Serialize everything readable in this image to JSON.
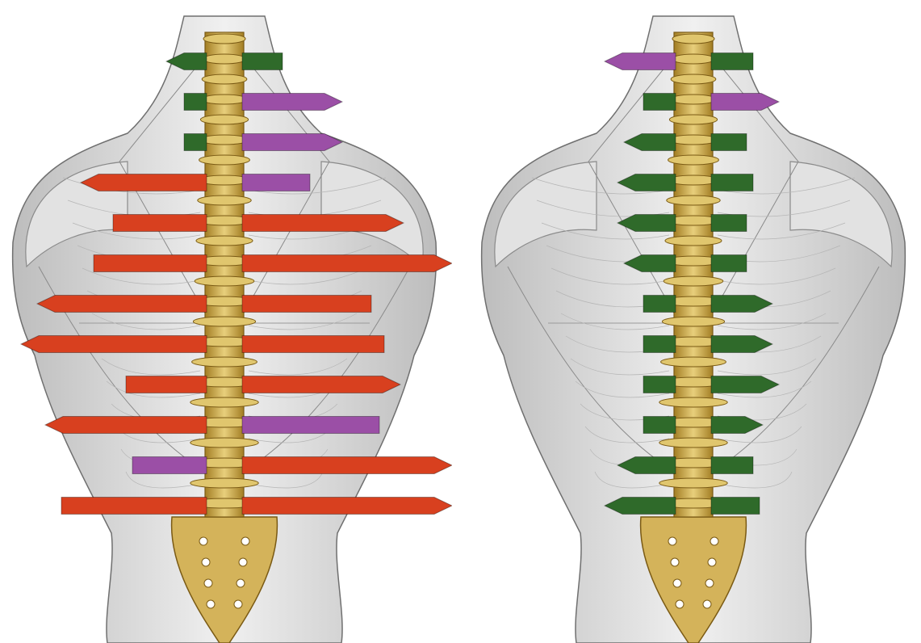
{
  "colors": {
    "red": "#d8401f",
    "green": "#2f6a2a",
    "purple": "#9b4fa6",
    "bone": "#d4b35a",
    "bone_dark": "#7a5a14",
    "muscle": "#d9d9d9",
    "muscle_line": "#8a8a8a"
  },
  "figures": [
    {
      "id": "left",
      "arrows": [
        {
          "left": 0.25,
          "left_color": "green",
          "left_head": true,
          "right": 0.25,
          "right_color": "green",
          "right_head": false
        },
        {
          "left": 0.14,
          "left_color": "green",
          "left_head": false,
          "right": 0.62,
          "right_color": "purple",
          "right_head": true
        },
        {
          "left": 0.14,
          "left_color": "green",
          "left_head": false,
          "right": 0.62,
          "right_color": "purple",
          "right_head": true
        },
        {
          "left": 0.78,
          "left_color": "red",
          "left_head": true,
          "right": 0.42,
          "right_color": "purple",
          "right_head": false
        },
        {
          "left": 0.58,
          "left_color": "red",
          "left_head": false,
          "right": 1.0,
          "right_color": "red",
          "right_head": true
        },
        {
          "left": 0.7,
          "left_color": "red",
          "left_head": false,
          "right": 1.3,
          "right_color": "red",
          "right_head": true
        },
        {
          "left": 1.05,
          "left_color": "red",
          "left_head": true,
          "right": 0.8,
          "right_color": "red",
          "right_head": false
        },
        {
          "left": 1.15,
          "left_color": "red",
          "left_head": true,
          "right": 0.88,
          "right_color": "red",
          "right_head": false
        },
        {
          "left": 0.5,
          "left_color": "red",
          "left_head": false,
          "right": 0.98,
          "right_color": "red",
          "right_head": true
        },
        {
          "left": 1.0,
          "left_color": "red",
          "left_head": true,
          "right": 0.85,
          "right_color": "purple",
          "right_head": false
        },
        {
          "left": 0.46,
          "left_color": "purple",
          "left_head": false,
          "right": 1.3,
          "right_color": "red",
          "right_head": true
        },
        {
          "left": 0.9,
          "left_color": "red",
          "left_head": false,
          "right": 1.3,
          "right_color": "red",
          "right_head": true
        }
      ]
    },
    {
      "id": "right",
      "arrows": [
        {
          "left": 0.44,
          "left_color": "purple",
          "left_head": true,
          "right": 0.26,
          "right_color": "green",
          "right_head": false
        },
        {
          "left": 0.2,
          "left_color": "green",
          "left_head": false,
          "right": 0.42,
          "right_color": "purple",
          "right_head": true
        },
        {
          "left": 0.32,
          "left_color": "green",
          "left_head": true,
          "right": 0.22,
          "right_color": "green",
          "right_head": false
        },
        {
          "left": 0.36,
          "left_color": "green",
          "left_head": true,
          "right": 0.26,
          "right_color": "green",
          "right_head": false
        },
        {
          "left": 0.36,
          "left_color": "green",
          "left_head": true,
          "right": 0.22,
          "right_color": "green",
          "right_head": false
        },
        {
          "left": 0.32,
          "left_color": "green",
          "left_head": true,
          "right": 0.22,
          "right_color": "green",
          "right_head": false
        },
        {
          "left": 0.2,
          "left_color": "green",
          "left_head": false,
          "right": 0.38,
          "right_color": "green",
          "right_head": true
        },
        {
          "left": 0.2,
          "left_color": "green",
          "left_head": false,
          "right": 0.38,
          "right_color": "green",
          "right_head": true
        },
        {
          "left": 0.2,
          "left_color": "green",
          "left_head": false,
          "right": 0.42,
          "right_color": "green",
          "right_head": true
        },
        {
          "left": 0.2,
          "left_color": "green",
          "left_head": false,
          "right": 0.32,
          "right_color": "green",
          "right_head": true
        },
        {
          "left": 0.36,
          "left_color": "green",
          "left_head": true,
          "right": 0.26,
          "right_color": "green",
          "right_head": false
        },
        {
          "left": 0.44,
          "left_color": "green",
          "left_head": true,
          "right": 0.3,
          "right_color": "green",
          "right_head": false
        }
      ]
    }
  ]
}
